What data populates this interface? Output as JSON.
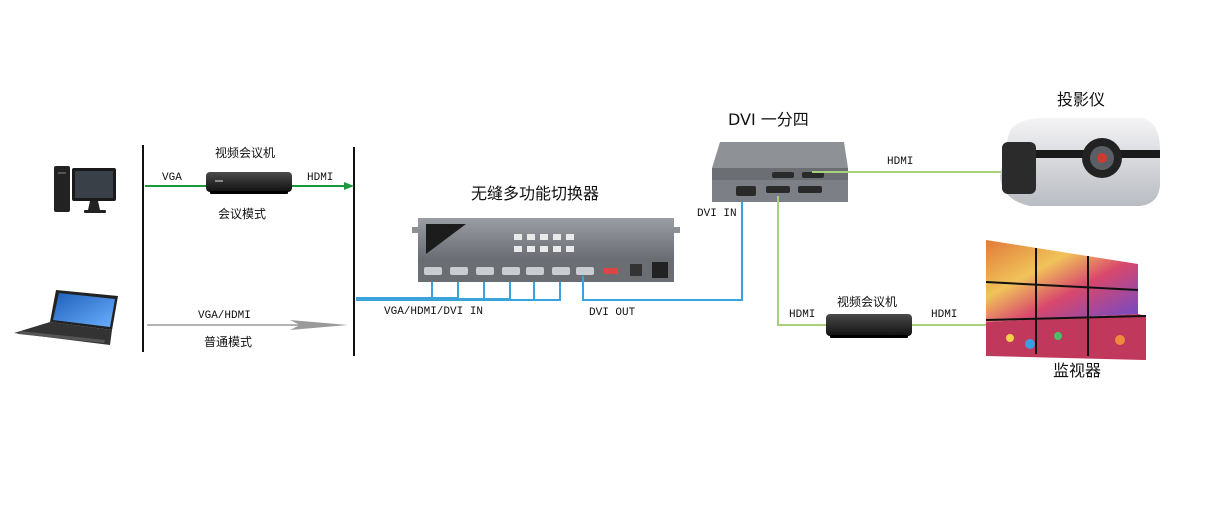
{
  "left": {
    "conf_device_label": "视频会议机",
    "vga_label": "VGA",
    "hdmi_label": "HDMI",
    "conf_mode_label": "会议模式",
    "vga_hdmi_label": "VGA/HDMI",
    "normal_mode_label": "普通模式"
  },
  "switcher": {
    "title": "无缝多功能切换器",
    "input_label": "VGA/HDMI/DVI IN",
    "output_label": "DVI OUT"
  },
  "splitter": {
    "title": "DVI 一分四",
    "input_label": "DVI IN",
    "hdmi_out_label": "HDMI"
  },
  "projector": {
    "title": "投影仪"
  },
  "right_conf": {
    "device_label": "视频会议机",
    "hdmi_in_label": "HDMI",
    "hdmi_out_label": "HDMI"
  },
  "monitor": {
    "title": "监视器"
  },
  "colors": {
    "green_line": "#1a9a3c",
    "blue_line": "#3aa3dc",
    "light_green_line": "#a9d07a",
    "gray_line": "#9a9a9a"
  }
}
